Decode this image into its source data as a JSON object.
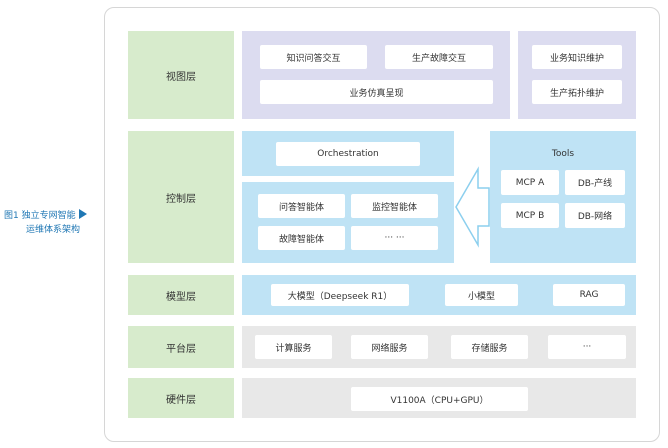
{
  "caption": {
    "fig": "图1",
    "line1": "独立专网智能",
    "line2": "运维体系架构"
  },
  "layers": {
    "view": "视图层",
    "control": "控制层",
    "model": "模型层",
    "platform": "平台层",
    "hardware": "硬件层"
  },
  "view": {
    "left_items": [
      "知识问答交互",
      "生产故障交互",
      "业务仿真呈现"
    ],
    "right_items": [
      "业务知识维护",
      "生产拓扑维护"
    ]
  },
  "control": {
    "orchestration": "Orchestration",
    "agents": [
      "问答智能体",
      "监控智能体",
      "故障智能体",
      "··· ···"
    ],
    "tools_title": "Tools",
    "tools": [
      "MCP A",
      "DB-产线",
      "MCP B",
      "DB-网络"
    ]
  },
  "model": {
    "items": [
      "大模型（Deepseek R1）",
      "小模型",
      "RAG"
    ]
  },
  "platform": {
    "items": [
      "计算服务",
      "网络服务",
      "存储服务",
      "···"
    ]
  },
  "hardware": {
    "item": "V1100A（CPU+GPU）"
  },
  "colors": {
    "layer_label_bg": "#d7ebcc",
    "view_panel": "#dcdcf0",
    "control_panel": "#bfe3f5",
    "base_panel": "#e8e8e8",
    "caption_accent": "#1f77b4"
  }
}
